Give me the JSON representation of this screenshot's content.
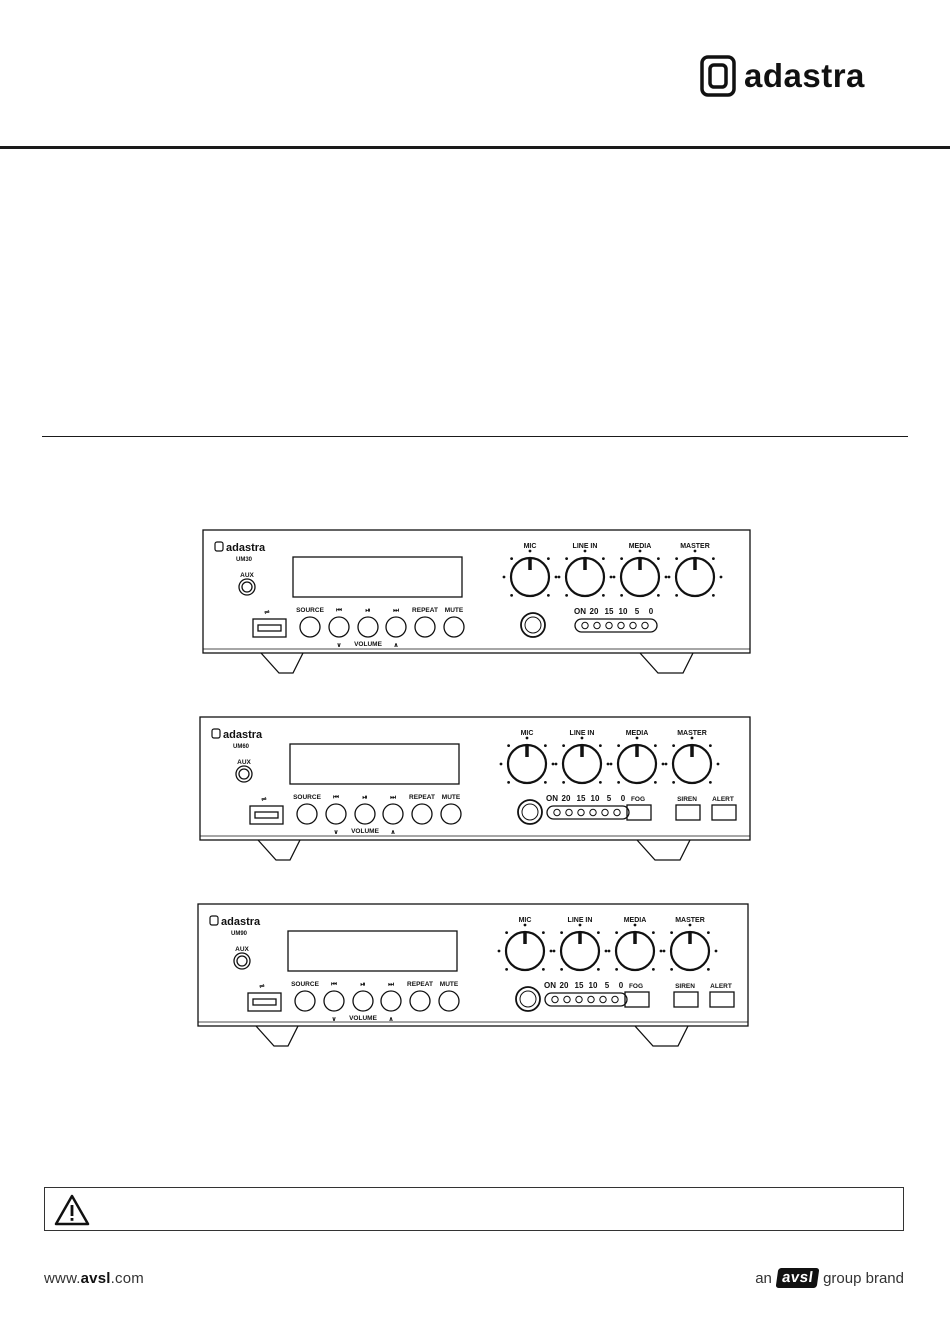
{
  "header": {
    "brand_name": "adastra"
  },
  "amplifiers": [
    {
      "brand": "adastra",
      "model": "UM30",
      "aux_label": "AUX",
      "buttons": [
        "SOURCE",
        "⏮",
        "⏯",
        "⏭",
        "REPEAT",
        "MUTE"
      ],
      "volume_label": "VOLUME",
      "knobs": [
        "MIC",
        "LINE IN",
        "MEDIA",
        "MASTER"
      ],
      "meter_labels": [
        "ON",
        "20",
        "15",
        "10",
        "5",
        "0"
      ],
      "effect_buttons": []
    },
    {
      "brand": "adastra",
      "model": "UM60",
      "aux_label": "AUX",
      "buttons": [
        "SOURCE",
        "⏮",
        "⏯",
        "⏭",
        "REPEAT",
        "MUTE"
      ],
      "volume_label": "VOLUME",
      "knobs": [
        "MIC",
        "LINE IN",
        "MEDIA",
        "MASTER"
      ],
      "meter_labels": [
        "ON",
        "20",
        "15",
        "10",
        "5",
        "0"
      ],
      "effect_buttons": [
        "FOG",
        "SIREN",
        "ALERT"
      ]
    },
    {
      "brand": "adastra",
      "model": "UM90",
      "aux_label": "AUX",
      "buttons": [
        "SOURCE",
        "⏮",
        "⏯",
        "⏭",
        "REPEAT",
        "MUTE"
      ],
      "volume_label": "VOLUME",
      "knobs": [
        "MIC",
        "LINE IN",
        "MEDIA",
        "MASTER"
      ],
      "meter_labels": [
        "ON",
        "20",
        "15",
        "10",
        "5",
        "0"
      ],
      "effect_buttons": [
        "FOG",
        "SIREN",
        "ALERT"
      ]
    }
  ],
  "warning": {
    "icon": "warning-triangle-icon",
    "text": ""
  },
  "footer": {
    "website_prefix": "www.",
    "website_domain": "avsl",
    "website_suffix": ".com",
    "group_prefix": "an",
    "group_brand": "avsl",
    "group_suffix": "group brand"
  }
}
